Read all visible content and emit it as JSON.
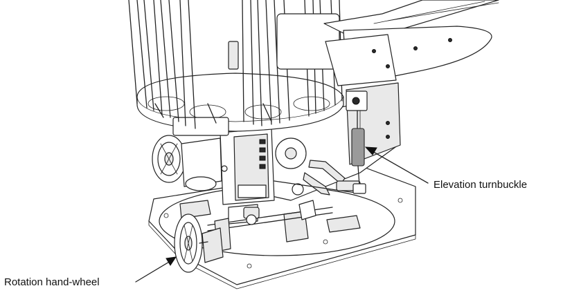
{
  "annotations": {
    "elevation": {
      "label": "Elevation turnbuckle",
      "icon": "arrow-pointer"
    },
    "rotation": {
      "label": "Rotation hand-wheel",
      "icon": "arrow-pointer"
    }
  },
  "colors": {
    "line": "#222222",
    "background": "#ffffff",
    "shade": "#e9e9e9"
  }
}
